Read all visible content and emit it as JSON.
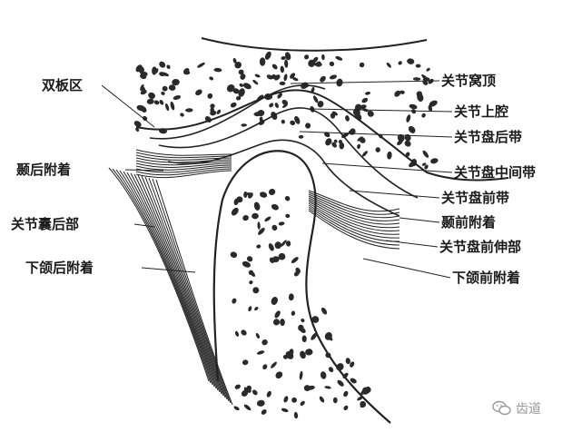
{
  "labels_left": [
    {
      "id": "bilaminar-zone",
      "text": "双板区"
    },
    {
      "id": "retro-temporal-attachment",
      "text": "颞后附着"
    },
    {
      "id": "posterior-capsule",
      "text": "关节囊后部"
    },
    {
      "id": "retro-mandibular-attachment",
      "text": "下颌后附着"
    }
  ],
  "labels_right": [
    {
      "id": "fossa-roof",
      "text": "关节窝顶"
    },
    {
      "id": "upper-cavity",
      "text": "关节上腔"
    },
    {
      "id": "disc-posterior-band",
      "text": "关节盘后带"
    },
    {
      "id": "disc-intermediate-zone",
      "text": "关节盘中间带"
    },
    {
      "id": "disc-anterior-band",
      "text": "关节盘前带"
    },
    {
      "id": "anterior-temporal-attachment",
      "text": "颞前附着"
    },
    {
      "id": "disc-anterior-extension",
      "text": "关节盘前伸部"
    },
    {
      "id": "anterior-mandibular-attachment",
      "text": "下颌前附着"
    }
  ],
  "watermark": {
    "text": "齿道",
    "icon": "wechat-icon"
  },
  "colors": {
    "ink": "#1a1a1a",
    "watermark": "#9a9a9a"
  }
}
